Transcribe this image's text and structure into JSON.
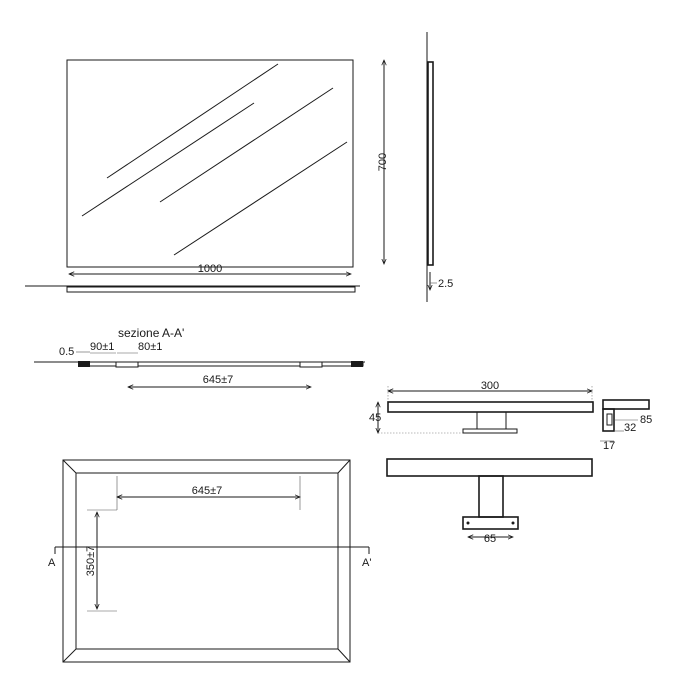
{
  "labels": {
    "width_1000": "1000",
    "height_700": "700",
    "depth_2_5": "2.5",
    "section_title": "sezione A-A'",
    "offset_0_5": "0.5",
    "dim_90": "90±1",
    "dim_80": "80±1",
    "dim_645_section": "645±7",
    "lamp_300": "300",
    "lamp_45": "45",
    "lamp_85": "85",
    "lamp_32": "32",
    "lamp_17": "17",
    "lamp_65": "65",
    "dim_645_back": "645±7",
    "dim_350": "350±7",
    "section_mark_left": "A",
    "section_mark_right": "A'"
  }
}
